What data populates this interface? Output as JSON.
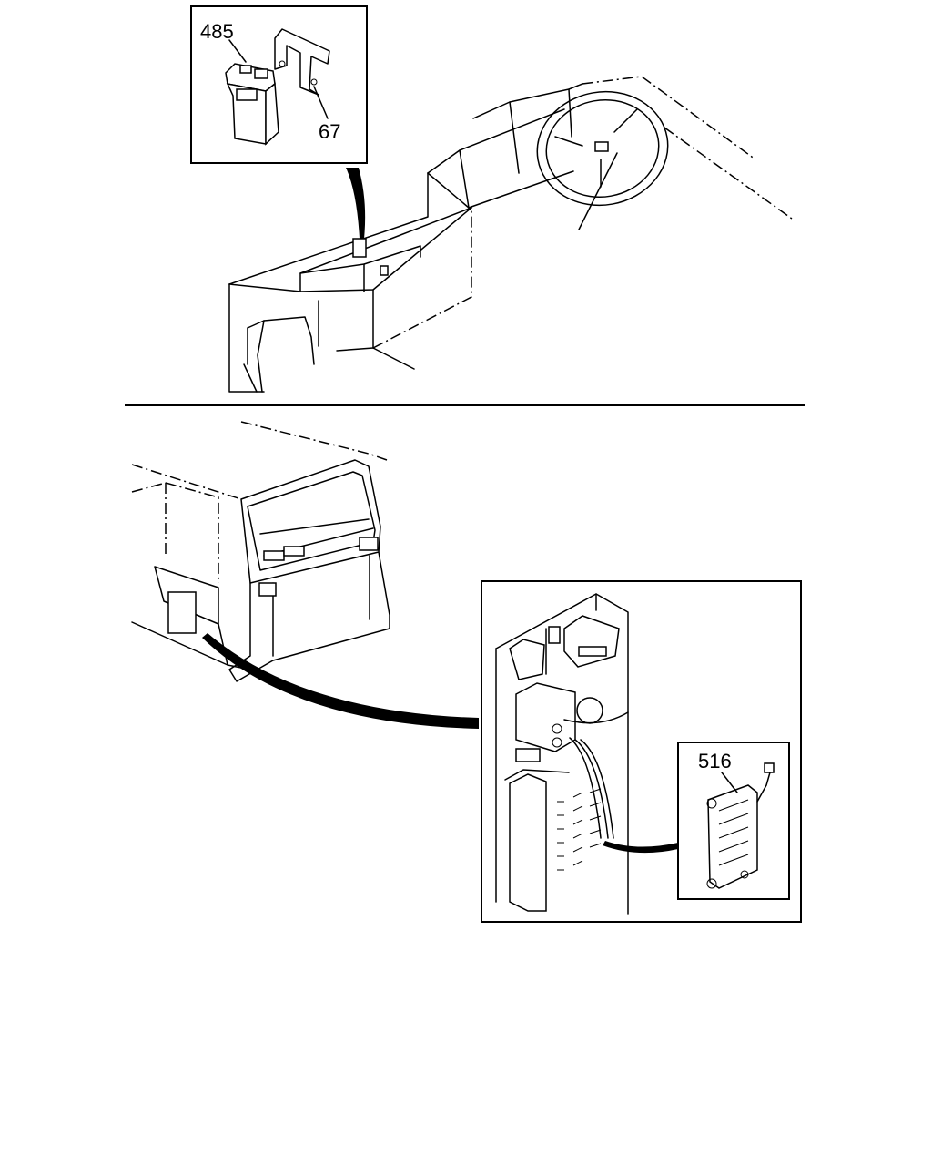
{
  "callouts": {
    "part_485": "485",
    "part_67": "67",
    "part_516": "516"
  },
  "colors": {
    "line": "#000000",
    "background": "#ffffff"
  }
}
